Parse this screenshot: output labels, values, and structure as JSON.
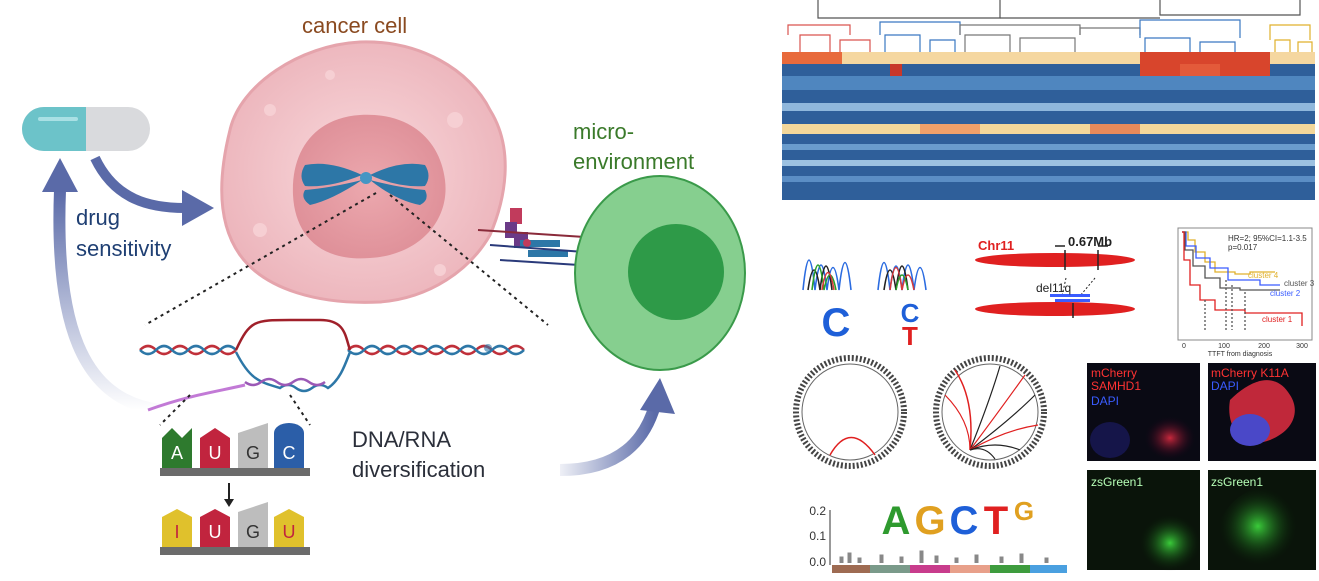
{
  "left_diagram": {
    "cancer_cell_label": "cancer cell",
    "microenvironment_label_line1": "micro-",
    "microenvironment_label_line2": "environment",
    "drug_label_line1": "drug",
    "drug_label_line2": "sensitivity",
    "diversification_line1": "DNA/RNA",
    "diversification_line2": "diversification",
    "bases_top": [
      "A",
      "U",
      "G",
      "C"
    ],
    "bases_bottom": [
      "I",
      "U",
      "G",
      "U"
    ]
  },
  "panels": {
    "chromosome": {
      "label": "Chr11",
      "size": "0.67Mb",
      "deletion": "del11q"
    },
    "survival": {
      "stats_line1": "HR=2; 95%CI=1.1-3.5",
      "stats_line2": "p=0.017",
      "xlabel": "TTFT from diagnosis",
      "x_ticks": [
        "0",
        "100",
        "200",
        "300"
      ],
      "clusters": [
        "cluster 4",
        "cluster 3",
        "cluster 2",
        "cluster 1"
      ]
    },
    "sanger": {
      "base_left": "C",
      "base_right_top": "C",
      "base_right_bottom": "T"
    },
    "logo": {
      "letters": [
        "A",
        "G",
        "C",
        "T",
        "G"
      ],
      "y_ticks": [
        "0.2",
        "0.1",
        "0.0"
      ]
    },
    "microscopy": {
      "tl_line1": "mCherry",
      "tl_line2": "SAMHD1",
      "tl_line3": "DAPI",
      "tr_line1": "mCherry K11A",
      "tr_line2": "DAPI",
      "bl_label": "zsGreen1",
      "br_label": "zsGreen1"
    }
  },
  "colors": {
    "capsule_teal": "#6cc3c9",
    "arrow_navy": "#5a6aa8",
    "cell_pink": "#f3c7cc",
    "micro_green": "#86cf8f",
    "heatmap_blue": "#2f5f9a",
    "heatmap_red": "#d8452c"
  }
}
